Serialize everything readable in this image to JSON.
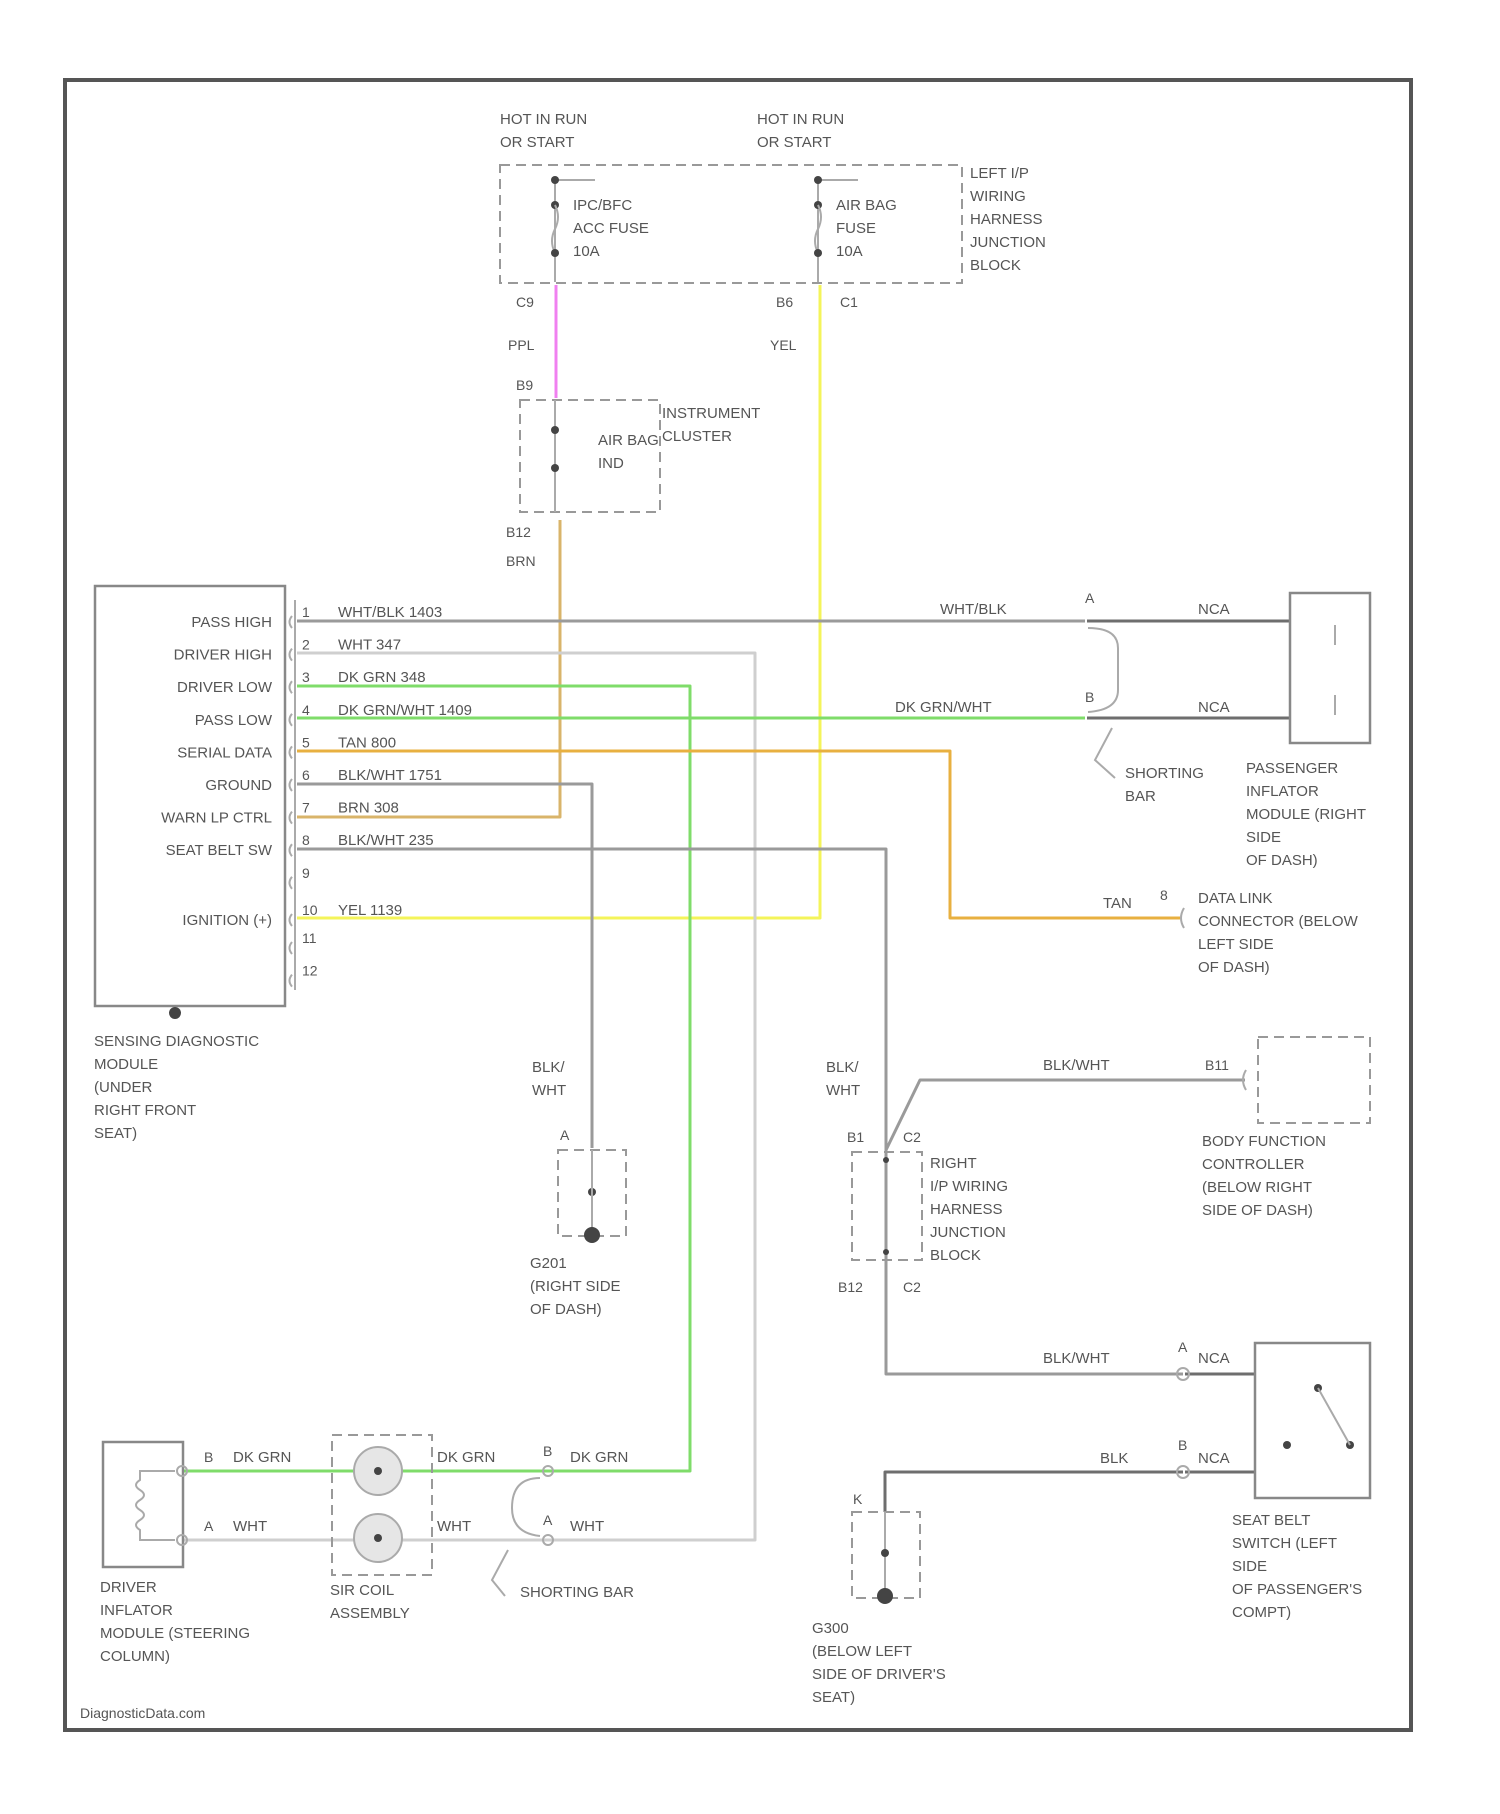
{
  "colors": {
    "ppl": "#f080f0",
    "yel": "#f4f45a",
    "brn": "#d9b46a",
    "tan": "#e8b040",
    "dk_grn": "#7fdc6a",
    "wire_gray": "#9a9a9a"
  },
  "fuse_block": {
    "hot1": "HOT IN RUN\nOR START",
    "hot2": "HOT IN RUN\nOR START",
    "fuse1": "IPC/BFC\nACC FUSE\n10A",
    "fuse2": "AIR BAG\nFUSE\n10A",
    "label": "LEFT I/P\nWIRING\nHARNESS\nJUNCTION\nBLOCK",
    "c9": "C9",
    "b6": "B6",
    "c1": "C1",
    "ppl": "PPL",
    "yel": "YEL"
  },
  "cluster": {
    "b9": "B9",
    "label": "INSTRUMENT\nCLUSTER",
    "ind": "AIR BAG\nIND",
    "b12": "B12",
    "brn": "BRN"
  },
  "sdm": {
    "rows": [
      "PASS HIGH",
      "DRIVER HIGH",
      "DRIVER LOW",
      "PASS LOW",
      "SERIAL DATA",
      "GROUND",
      "WARN LP CTRL",
      "SEAT BELT SW",
      "",
      "IGNITION (+)",
      "",
      ""
    ],
    "pins": [
      "1",
      "2",
      "3",
      "4",
      "5",
      "6",
      "7",
      "8",
      "9",
      "10",
      "11",
      "12"
    ],
    "wire_labels": [
      "WHT/BLK   1403",
      "WHT   347",
      "DK GRN   348",
      "DK GRN/WHT   1409",
      "TAN   800",
      "BLK/WHT   1751",
      "BRN   308",
      "BLK/WHT   235",
      "",
      "YEL   1139",
      "",
      ""
    ],
    "label": "SENSING DIAGNOSTIC\nMODULE\n(UNDER\nRIGHT FRONT\nSEAT)"
  },
  "passenger": {
    "wire1": "WHT/BLK",
    "pinA": "A",
    "nca1": "NCA",
    "wire2": "DK GRN/WHT",
    "pinB": "B",
    "nca2": "NCA",
    "shorting": "SHORTING\nBAR",
    "label": "PASSENGER\nINFLATOR\nMODULE (RIGHT\nSIDE\nOF DASH)"
  },
  "dlc": {
    "wire": "TAN",
    "pin": "8",
    "label": "DATA LINK\nCONNECTOR (BELOW\nLEFT SIDE\nOF DASH)"
  },
  "ground1": {
    "wire": "BLK/\nWHT",
    "pin": "A",
    "label": "G201\n(RIGHT SIDE\nOF DASH)"
  },
  "junction": {
    "wire": "BLK/\nWHT",
    "b1": "B1",
    "c2": "C2",
    "b12": "B12",
    "c2b": "C2",
    "label": "RIGHT\nI/P WIRING\nHARNESS\nJUNCTION\nBLOCK"
  },
  "bfc": {
    "wire": "BLK/WHT",
    "pin": "B11",
    "label": "BODY FUNCTION\nCONTROLLER\n(BELOW RIGHT\nSIDE OF DASH)"
  },
  "seatbelt": {
    "wire1": "BLK/WHT",
    "pinA": "A",
    "nca1": "NCA",
    "wire2": "BLK",
    "pinB": "B",
    "nca2": "NCA",
    "label": "SEAT BELT\nSWITCH (LEFT\nSIDE\nOF PASSENGER'S\nCOMPT)"
  },
  "ground2": {
    "pin": "K",
    "label": "G300\n(BELOW LEFT\nSIDE OF DRIVER'S\nSEAT)"
  },
  "driver": {
    "pinB": "B",
    "wireB": "DK GRN",
    "pinA": "A",
    "wireA": "WHT",
    "coil_grn": "DK GRN",
    "coil_wht": "WHT",
    "pinB2": "B",
    "wireB2": "DK GRN",
    "pinA2": "A",
    "wireA2": "WHT",
    "shorting": "SHORTING BAR",
    "coil_label": "SIR COIL\nASSEMBLY",
    "label": "DRIVER\nINFLATOR\nMODULE (STEERING\nCOLUMN)"
  },
  "watermark": "DiagnosticData.com"
}
